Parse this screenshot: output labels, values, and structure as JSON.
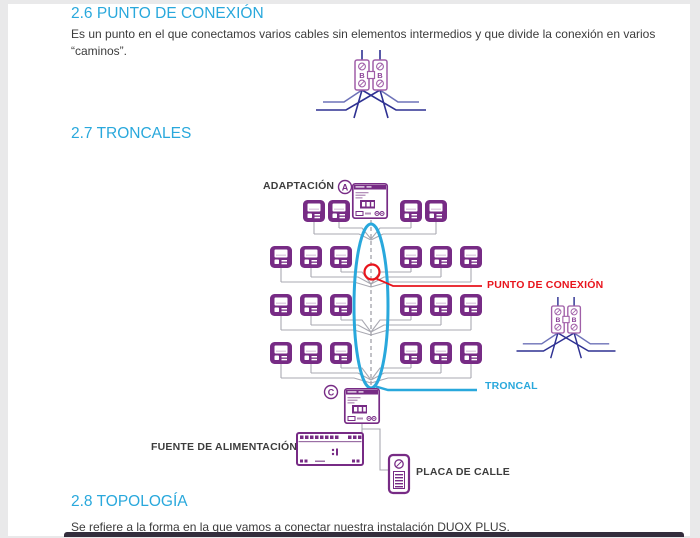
{
  "document": {
    "sections": [
      {
        "number": "2.6",
        "title": "2.6 PUNTO DE CONEXIÓN",
        "body": "Es un punto en el que conectamos varios cables sin elementos intermedios y que divide la conexión en varios “caminos”."
      },
      {
        "number": "2.7",
        "title": "2.7 TRONCALES"
      },
      {
        "number": "2.8",
        "title": "2.8 TOPOLOGÍA",
        "body": "Se refiere a la forma en la que vamos a conectar nuestra instalación DUOX PLUS."
      }
    ]
  },
  "diagram": {
    "labels": {
      "adaptacion": "ADAPTACIÓN",
      "punto_de_conexion": "PUNTO DE CONEXIÓN",
      "troncal": "TRONCAL",
      "fuente_alimentacion": "FUENTE DE ALIMENTACIÓN",
      "placa_de_calle": "PLACA DE CALLE"
    },
    "markers": {
      "a": "A",
      "c": "C",
      "b": "B"
    },
    "icons": {
      "terminal": "intercom-terminal-icon",
      "adapter": "adapter-module-icon",
      "power_supply": "power-supply-icon",
      "street_panel": "street-panel-icon",
      "b_connector": "b-connector-splice-icon"
    },
    "colors": {
      "heading_accent": "#29a8dc",
      "device_purple": "#772b85",
      "connection_red": "#e8141c",
      "wire_blue": "#2e3192",
      "wire_gray": "#a9a9b2",
      "body_text": "#3c3c3c"
    }
  }
}
